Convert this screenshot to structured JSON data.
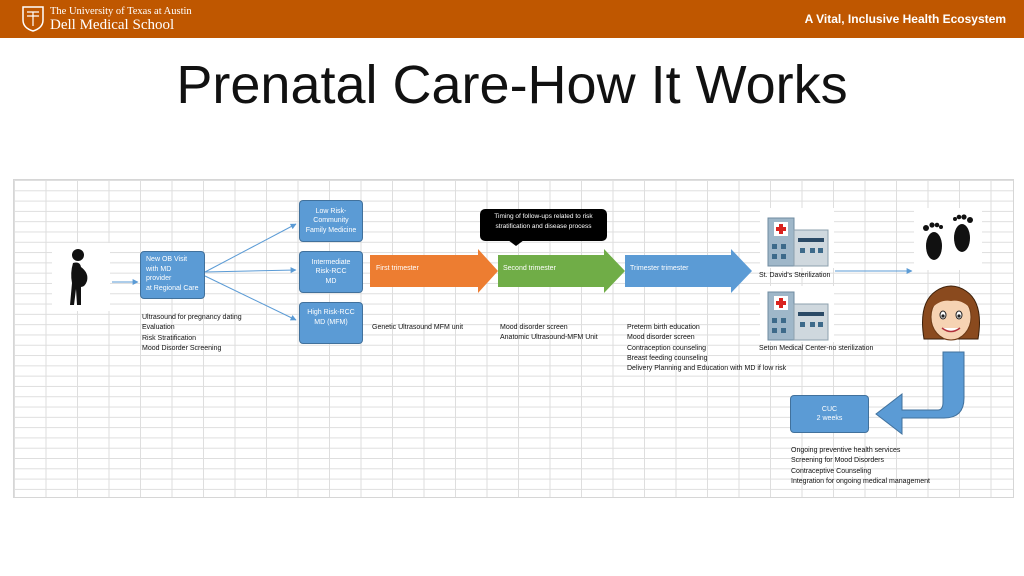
{
  "header": {
    "logo_line1": "The University of Texas at Austin",
    "logo_line2": "Dell Medical School",
    "tagline": "A Vital, Inclusive Health Ecosystem"
  },
  "title": "Prenatal Care-How It Works",
  "colors": {
    "brand": "#bf5700",
    "node_blue": "#5b9bd5",
    "first_trimester": "#ed7d31",
    "second_trimester": "#70ad47",
    "third_trimester": "#5b9bd5"
  },
  "icons": [
    "pregnant-woman-icon",
    "hospital-icon",
    "footprints-icon",
    "woman-face-icon"
  ],
  "diagram": {
    "new_ob_visit": "New OB Visit\nwith MD\nprovider\nat Regional Care",
    "low_risk": "Low Risk-\nCommunity\nFamily Medicine",
    "intermediate_risk": "Intermediate\nRisk-RCC\nMD",
    "high_risk": "High Risk-RCC\nMD (MFM)",
    "callout": "Timing of follow-ups related to risk\nstratification and disease process",
    "first_trimester": "First trimester",
    "second_trimester": "Second trimester",
    "third_trimester": "Trimester trimester",
    "hospital_1": "St. David's Sterilization",
    "hospital_2": "Seton Medical Center-no sterilization",
    "cuc": "CUC\n2 weeks",
    "intake_notes": [
      "Ultrasound for pregnancy dating",
      "Evaluation",
      "Risk Stratification",
      "Mood Disorder Screening"
    ],
    "first_notes": [
      "Genetic Ultrasound MFM unit"
    ],
    "second_notes": [
      "Mood disorder screen",
      "Anatomic Ultrasound-MFM Unit"
    ],
    "third_notes": [
      "Preterm birth education",
      "Mood disorder screen",
      "Contraception counseling",
      "Breast feeding counseling",
      "Delivery Planning and Education with MD if low risk"
    ],
    "cuc_notes": [
      "Ongoing preventive health services",
      "Screening for Mood Disorders",
      "Contraceptive Counseling",
      "Integration for ongoing medical management"
    ]
  }
}
